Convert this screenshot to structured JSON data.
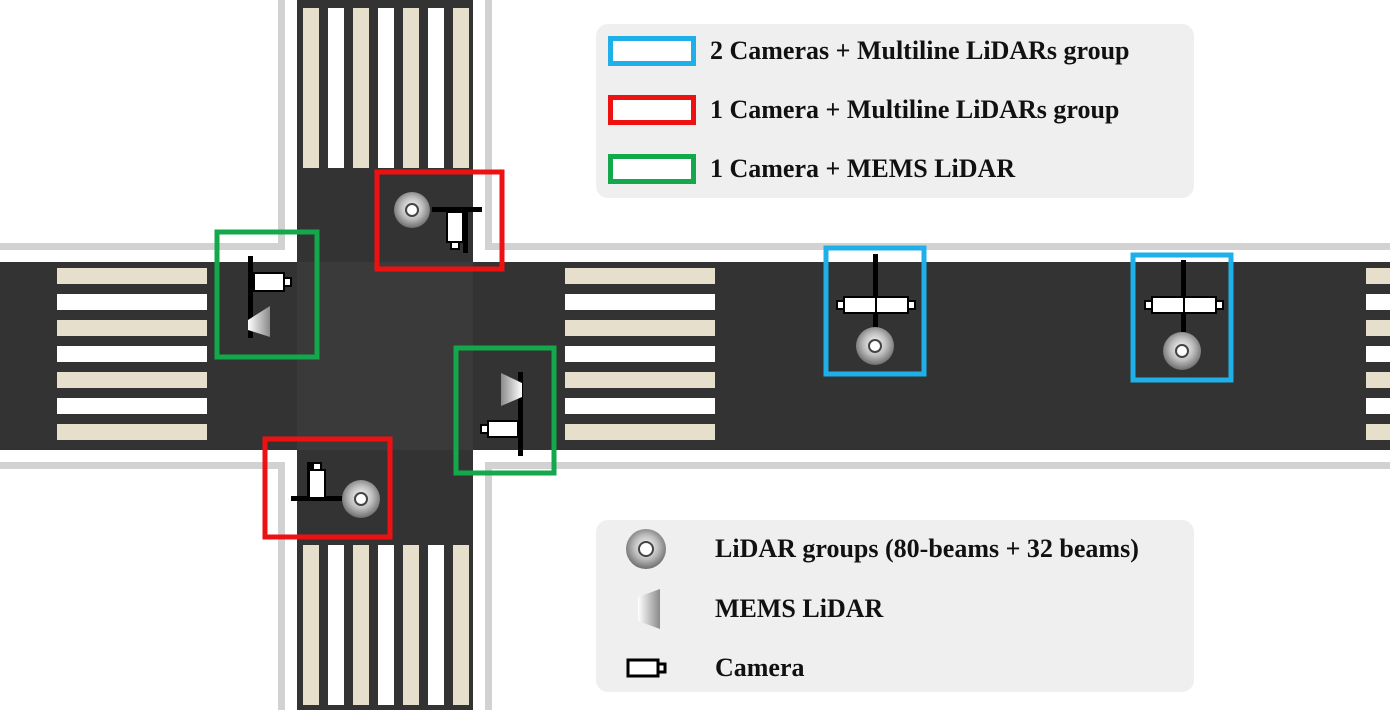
{
  "legend_top": {
    "items": [
      {
        "label": "2 Cameras + Multiline LiDARs group",
        "color": "#1fb0ea"
      },
      {
        "label": "1 Camera + Multiline LiDARs group",
        "color": "#ee1111"
      },
      {
        "label": "1 Camera + MEMS LiDAR",
        "color": "#12a84b"
      }
    ]
  },
  "legend_bottom": {
    "items": [
      {
        "label": "LiDAR groups (80-beams + 32 beams)",
        "icon": "lidar-group-icon"
      },
      {
        "label": "MEMS LiDAR",
        "icon": "mems-lidar-icon"
      },
      {
        "label": "Camera",
        "icon": "camera-icon"
      }
    ]
  },
  "colors": {
    "road": "#333333",
    "curb": "#d2d2d2",
    "crosswalk_white": "#ffffff",
    "crosswalk_beige": "#e6dfcc",
    "sensor_group_blue": "#1fb0ea",
    "sensor_group_red": "#ee1111",
    "sensor_group_green": "#12a84b"
  }
}
